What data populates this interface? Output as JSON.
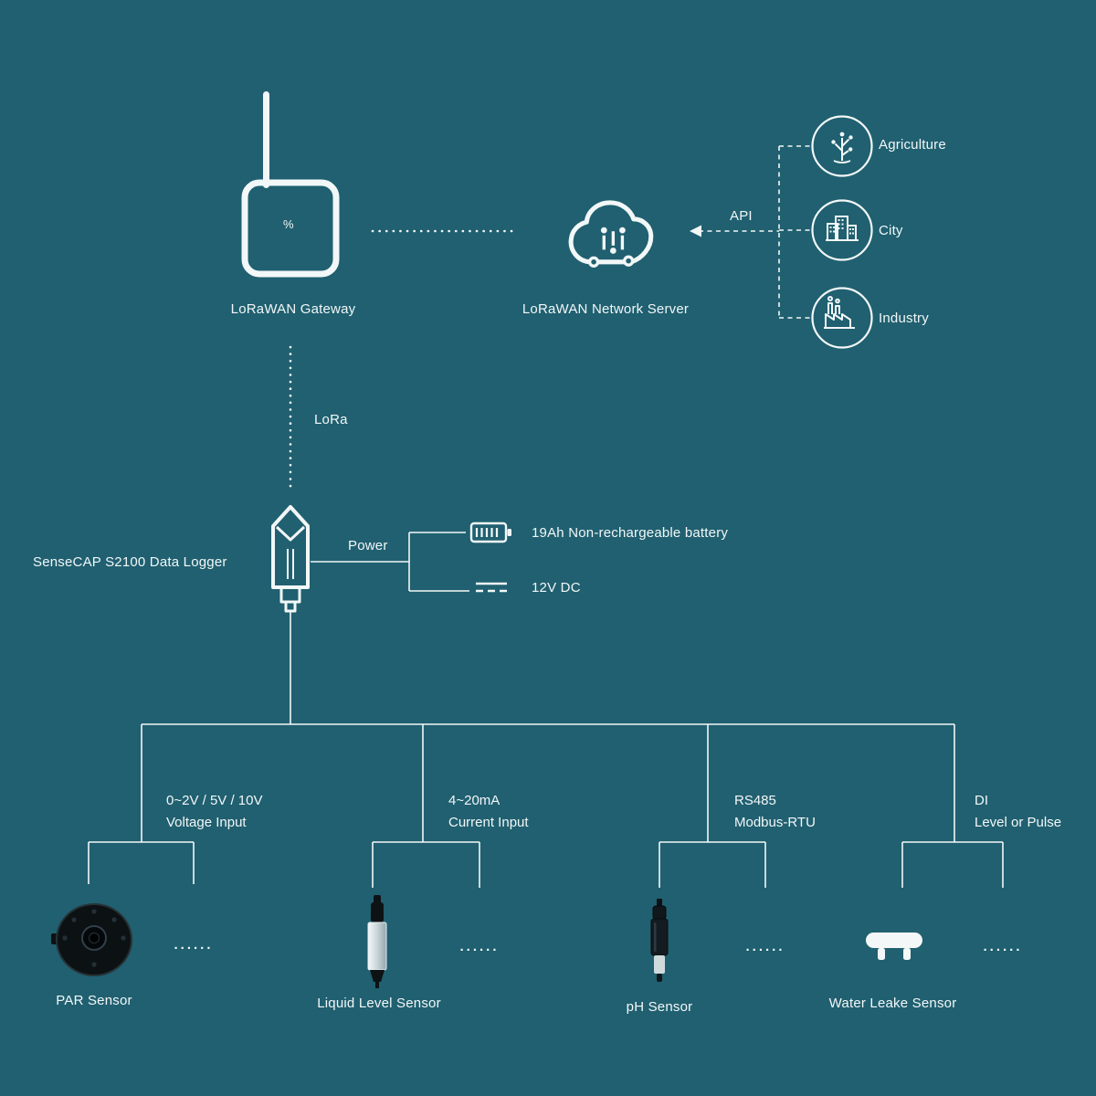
{
  "colors": {
    "background": "#206070",
    "line": "#f2f7f8",
    "text": "#f2f7f8",
    "sensor_black": "#0c1113"
  },
  "gateway": {
    "label": "LoRaWAN Gateway",
    "logo": "%"
  },
  "network_server": {
    "label": "LoRaWAN Network Server"
  },
  "api_label": "API",
  "applications": [
    {
      "label": "Agriculture",
      "icon": "agriculture-icon"
    },
    {
      "label": "City",
      "icon": "city-icon"
    },
    {
      "label": "Industry",
      "icon": "industry-icon"
    }
  ],
  "lora_label": "LoRa",
  "data_logger": {
    "label": "SenseCAP S2100 Data Logger"
  },
  "power": {
    "label": "Power",
    "battery_label": "19Ah Non-rechargeable battery",
    "dc_label": "12V DC"
  },
  "branches": [
    {
      "interface": "0~2V / 5V / 10V",
      "type": "Voltage Input",
      "sensor": "PAR Sensor",
      "more": "......"
    },
    {
      "interface": "4~20mA",
      "type": "Current Input",
      "sensor": "Liquid Level Sensor",
      "more": "......"
    },
    {
      "interface": "RS485",
      "type": "Modbus-RTU",
      "sensor": "pH Sensor",
      "more": "......"
    },
    {
      "interface": "DI",
      "type": "Level or Pulse",
      "sensor": "Water Leake Sensor",
      "more": "......"
    }
  ],
  "icons": [
    "antenna-icon",
    "gateway-icon",
    "cloud-network-icon",
    "agriculture-icon",
    "city-icon",
    "industry-icon",
    "data-logger-icon",
    "battery-icon",
    "dc-power-icon",
    "par-sensor-icon",
    "liquid-level-sensor-icon",
    "ph-sensor-icon",
    "water-leak-sensor-icon"
  ]
}
